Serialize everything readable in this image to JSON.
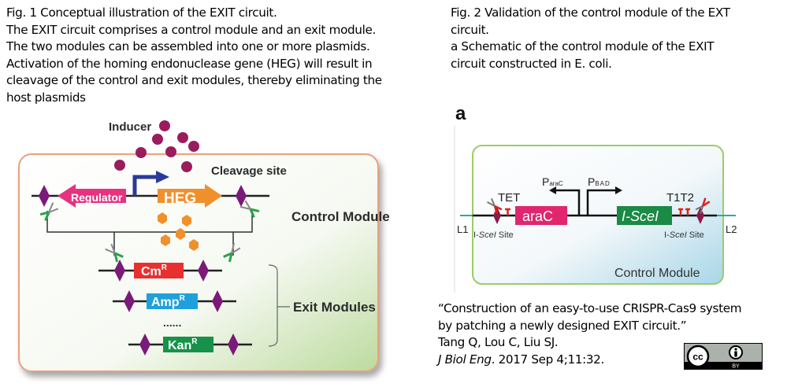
{
  "fig1": {
    "caption_lines": [
      "Fig. 1  Conceptual illustration of the EXIT circuit.",
      "The EXIT circuit comprises a control module and an exit module.",
      "The two modules can be assembled into one or more plasmids.",
      "Activation of the homing endonuclease gene (HEG) will result in",
      "cleavage of the control and exit modules, thereby eliminating the",
      "host plasmids"
    ],
    "labels": {
      "inducer": "Inducer",
      "cleavage_site": "Cleavage site",
      "regulator": "Regulator",
      "heg": "HEG",
      "control_module": "Control Module",
      "exit_modules": "Exit Modules",
      "ellipsis": "......"
    },
    "exit_genes": [
      {
        "name": "Cm",
        "sup": "R",
        "color": "#e8302f"
      },
      {
        "name": "Amp",
        "sup": "R",
        "color": "#1fa0dd"
      },
      {
        "name": "Kan",
        "sup": "R",
        "color": "#16924a"
      }
    ],
    "colors": {
      "regulator": "#e8327f",
      "heg": "#f0902c",
      "promoter_arrow": "#2a3a9a",
      "inducer": "#9b1c5c",
      "site": "#7b1a78",
      "scissors_handle": "#27a348",
      "box_border": "#e9a07f"
    }
  },
  "fig2": {
    "caption_lines": [
      "Fig. 2  Validation of the control module of the EXT",
      "circuit.",
      "a Schematic of the control module of the EXIT",
      "circuit constructed in E. coli."
    ],
    "panel_label": "a",
    "labels": {
      "tet": "TET",
      "arac": "araC",
      "isce1": "I-SceI",
      "t1t2": "T1T2",
      "parac_p": "P",
      "parac_sub": "araC",
      "pbad_p": "P",
      "pbad_sub": "BAD",
      "l1": "L1",
      "l2": "L2",
      "site_left_pre": "I-",
      "site_left_it": "SceI",
      "site_left_post": " Site",
      "site_right_pre": "I-",
      "site_right_it": "SceI",
      "site_right_post": " Site",
      "control_module": "Control Module"
    },
    "colors": {
      "arac": "#e0266f",
      "isce1": "#1a8a44",
      "terminator": "#e0201a",
      "box_border": "#9ccc6a"
    }
  },
  "citation": {
    "title_line1": "“Construction of an easy-to-use CRISPR-Cas9 system",
    "title_line2": "by patching a newly designed EXIT circuit.”",
    "authors": "Tang Q, Lou C, Liu SJ.",
    "journal": "J Biol Eng",
    "details": ". 2017 Sep 4;11:32."
  },
  "license": {
    "cc": "cc",
    "by": "BY",
    "icon": "cc-by-icon"
  }
}
